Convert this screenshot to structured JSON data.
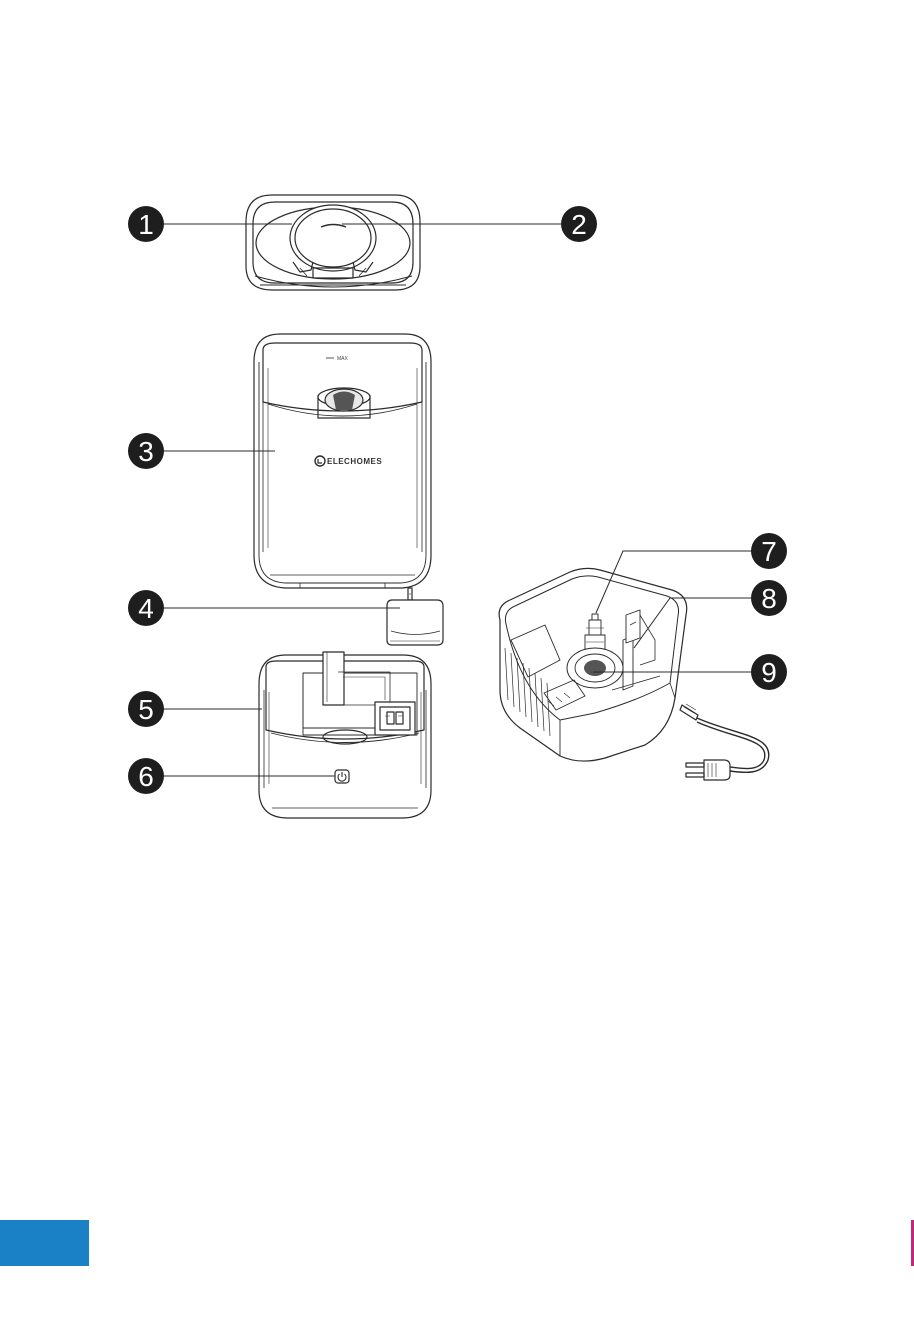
{
  "labels": {
    "max_mark": "MAX",
    "brand": "ELECHOMES"
  },
  "callouts": [
    "1",
    "2",
    "3",
    "4",
    "5",
    "6",
    "7",
    "8",
    "9"
  ],
  "colors": {
    "callout_fill": "#1e1e1e",
    "callout_text": "#ffffff",
    "line_art": "#2b2b2b",
    "page_tab": "#1b81c6",
    "edge_mark": "#c0287a"
  },
  "icons": {
    "power": "power-icon",
    "plug": "plug-icon"
  }
}
